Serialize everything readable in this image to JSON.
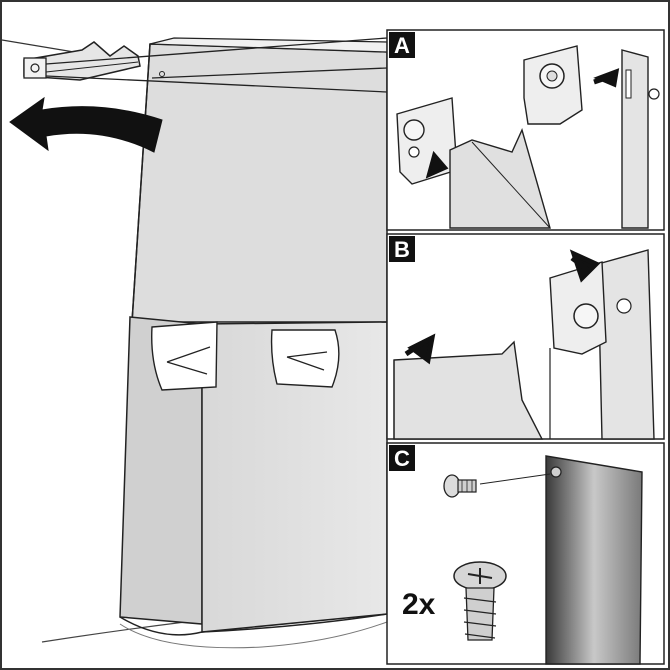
{
  "panels": [
    {
      "id": "A",
      "label": "A"
    },
    {
      "id": "B",
      "label": "B"
    },
    {
      "id": "C",
      "label": "C"
    }
  ],
  "screw_quantity": "2x",
  "colors": {
    "line": "#222222",
    "duct_light": "#e6e6e6",
    "duct_mid": "#cfcfcf",
    "duct_dark": "#9a9a9a",
    "label_bg": "#111111",
    "arrow": "#111111"
  }
}
